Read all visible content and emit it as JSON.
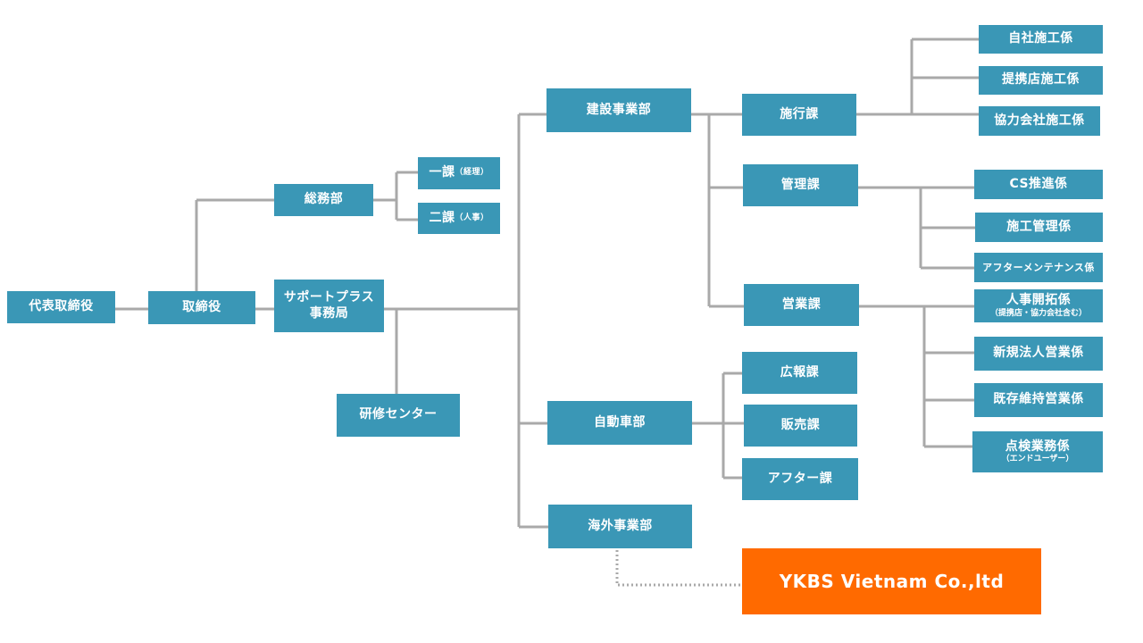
{
  "chart": {
    "accent_color": "#ff6a00",
    "box_color": "#3a97b6",
    "line_color": "#aaaaaa",
    "nodes": {
      "ceo": "代表取締役",
      "director": "取締役",
      "general_affairs": "総務部",
      "section1": "一課",
      "section1_note": "（経理）",
      "section2": "二課",
      "section2_note": "（人事）",
      "support": "サポートプラス\n事務局",
      "training": "研修センター",
      "construction": "建設事業部",
      "automotive": "自動車部",
      "overseas": "海外事業部",
      "execution": "施行課",
      "management": "管理課",
      "sales": "営業課",
      "pr": "広報課",
      "retail": "販売課",
      "after": "アフター課",
      "own_works": "自社施工係",
      "partner_store_works": "提携店施工係",
      "cooperating_works": "協力会社施工係",
      "cs_promotion": "CS推進係",
      "works_management": "施工管理係",
      "after_maintenance": "アフターメンテナンス係",
      "hr_development": "人事開拓係",
      "hr_development_note": "（提携店・協力会社含む）",
      "new_corporate_sales": "新規法人営業係",
      "existing_sales": "既存維持営業係",
      "inspection": "点検業務係",
      "inspection_note": "（エンドユーザー）",
      "vietnam": "YKBS Vietnam Co.,ltd"
    }
  }
}
